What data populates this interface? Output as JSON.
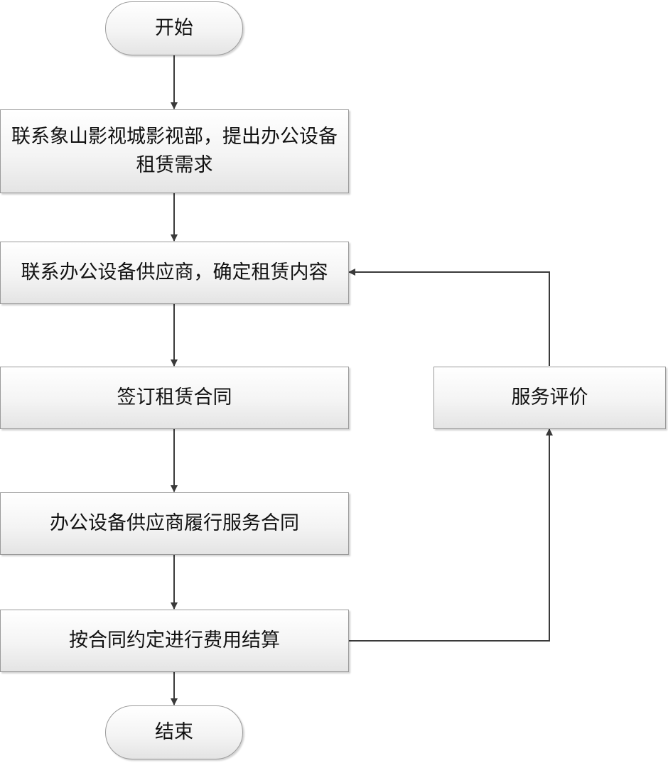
{
  "flowchart": {
    "start": "开始",
    "step1": "联系象山影视城影视部，提出办公设备租赁需求",
    "step2": "联系办公设备供应商，确定租赁内容",
    "step3": "签订租赁合同",
    "step4": "办公设备供应商履行服务合同",
    "step5": "按合同约定进行费用结算",
    "evaluation": "服务评价",
    "end": "结束"
  },
  "colors": {
    "stroke": "#3a3a3a",
    "border": "#9a9a9a",
    "fill_top": "#ffffff",
    "fill_bottom": "#e4e4e4"
  }
}
